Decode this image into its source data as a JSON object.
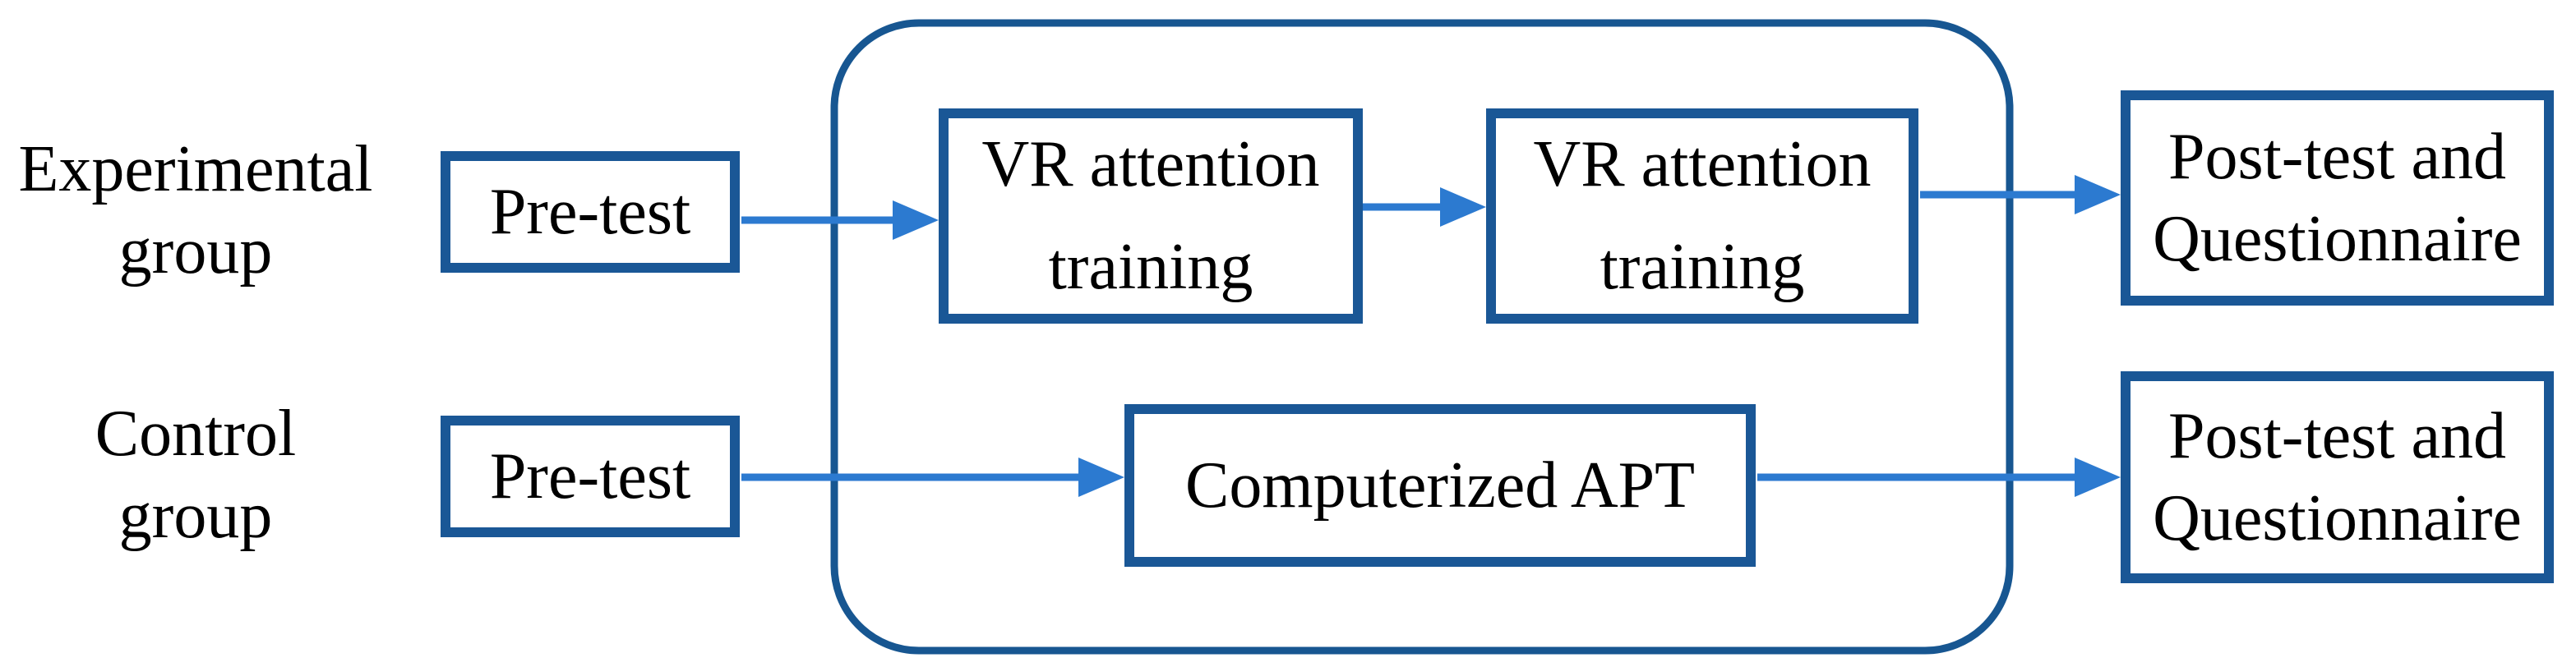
{
  "figure_type": "study-design-flow-diagram",
  "colors": {
    "background": "#FFFFFF",
    "box_border": "#1A5796",
    "container_border": "#175691",
    "arrow": "#2C7AD0",
    "text": "#000000"
  },
  "rows": [
    {
      "label_line1": "Experimental",
      "label_line2": "group",
      "pretest_label": "Pre-test",
      "interventions": [
        {
          "line1": "VR attention",
          "line2": "training"
        },
        {
          "line1": "VR attention",
          "line2": "training"
        }
      ],
      "posttest_line1": "Post-test and",
      "posttest_line2": "Questionnaire"
    },
    {
      "label_line1": "Control",
      "label_line2": "group",
      "pretest_label": "Pre-test",
      "intervention": "Computerized APT",
      "posttest_line1": "Post-test and",
      "posttest_line2": "Questionnaire"
    }
  ]
}
